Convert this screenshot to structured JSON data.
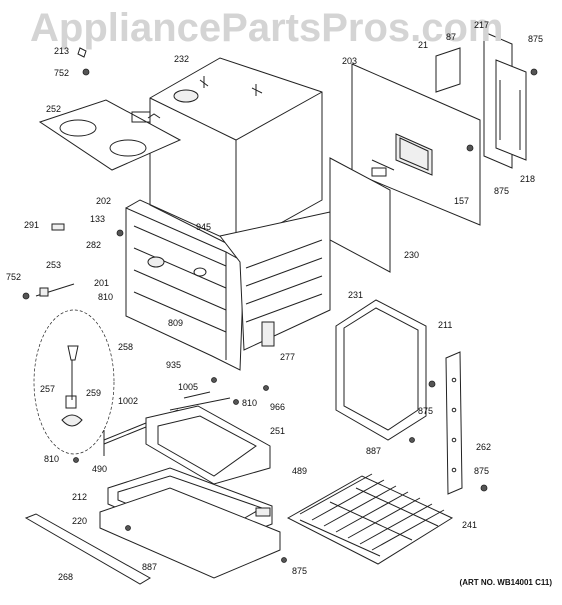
{
  "watermark": "AppliancePartsPros.com",
  "art_number": "(ART NO. WB14001 C11)",
  "labels": [
    "213",
    "752",
    "232",
    "203",
    "217",
    "875",
    "87",
    "21",
    "252",
    "202",
    "133",
    "945",
    "291",
    "282",
    "201",
    "810",
    "752",
    "253",
    "809",
    "935",
    "258",
    "257",
    "259",
    "1005",
    "1002",
    "810",
    "966",
    "490",
    "251",
    "489",
    "810",
    "212",
    "220",
    "268",
    "887",
    "875",
    "241",
    "230",
    "231",
    "211",
    "277",
    "875",
    "887",
    "262",
    "875",
    "157",
    "875",
    "218"
  ]
}
